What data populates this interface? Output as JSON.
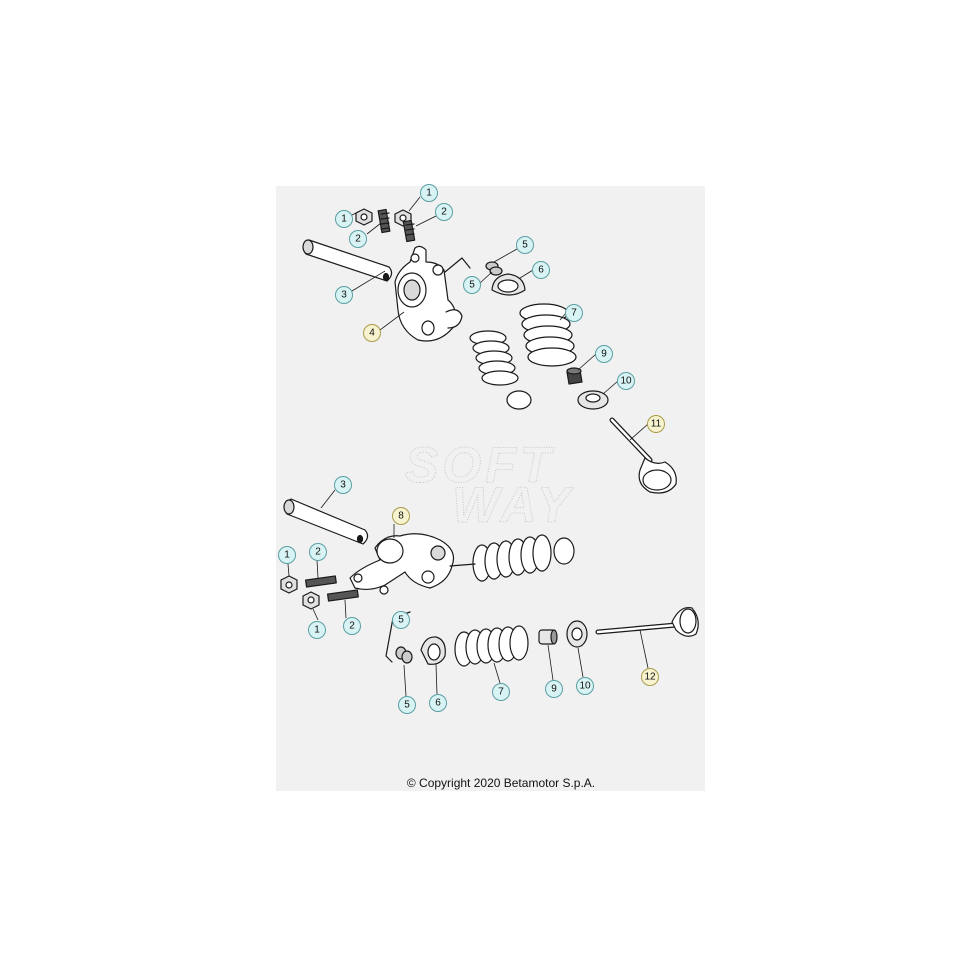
{
  "copyright": "© Copyright 2020 Betamotor S.p.A.",
  "watermark": [
    "SOFT",
    "WAY"
  ],
  "colors": {
    "panel_background": "#f1f1f1",
    "callout_standard_fill": "#d8f3f4",
    "callout_standard_stroke": "#5a9ea3",
    "callout_highlight_fill": "#f7f3cf",
    "callout_highlight_stroke": "#a99b4c",
    "part_fill": "#ffffff",
    "part_shade": "#d9d9d9",
    "line": "#1a1a1a"
  },
  "callouts": [
    {
      "label": "1",
      "highlight": false
    },
    {
      "label": "2",
      "highlight": false
    },
    {
      "label": "1",
      "highlight": false
    },
    {
      "label": "2",
      "highlight": false
    },
    {
      "label": "3",
      "highlight": false
    },
    {
      "label": "4",
      "highlight": true
    },
    {
      "label": "5",
      "highlight": false
    },
    {
      "label": "5",
      "highlight": false
    },
    {
      "label": "6",
      "highlight": false
    },
    {
      "label": "7",
      "highlight": false
    },
    {
      "label": "9",
      "highlight": false
    },
    {
      "label": "10",
      "highlight": false
    },
    {
      "label": "11",
      "highlight": true
    },
    {
      "label": "3",
      "highlight": false
    },
    {
      "label": "8",
      "highlight": true
    },
    {
      "label": "1",
      "highlight": false
    },
    {
      "label": "2",
      "highlight": false
    },
    {
      "label": "1",
      "highlight": false
    },
    {
      "label": "2",
      "highlight": false
    },
    {
      "label": "5",
      "highlight": false
    },
    {
      "label": "5",
      "highlight": false
    },
    {
      "label": "6",
      "highlight": false
    },
    {
      "label": "7",
      "highlight": false
    },
    {
      "label": "9",
      "highlight": false
    },
    {
      "label": "10",
      "highlight": false
    },
    {
      "label": "12",
      "highlight": true
    }
  ]
}
